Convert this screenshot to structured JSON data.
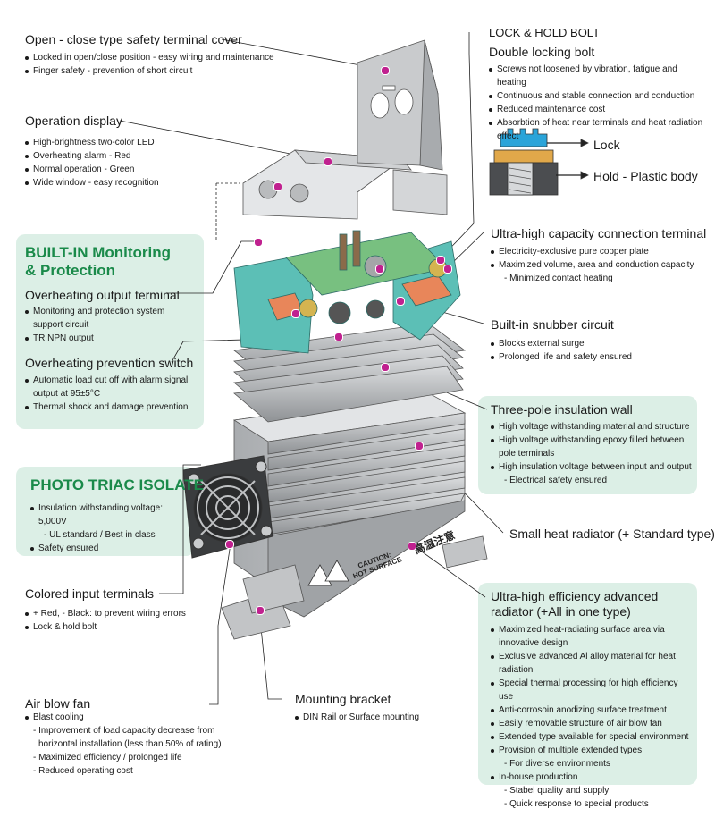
{
  "terminal_cover": {
    "title": "Open - close type safety terminal cover",
    "bullets": [
      "Locked in open/close position - easy wiring and maintenance",
      "Finger safety - prevention of short circuit"
    ]
  },
  "operation_display": {
    "title": "Operation display",
    "bullets": [
      "High-brightness two-color LED",
      "Overheating alarm - Red",
      "Normal operation - Green",
      "Wide window - easy recognition"
    ]
  },
  "builtin_panel": {
    "title_line1": "BUILT-IN Monitoring",
    "title_line2": "& Protection",
    "output_terminal": {
      "title": "Overheating output terminal",
      "bullets": [
        "Monitoring and protection system support circuit",
        "TR NPN output"
      ]
    },
    "prevention_switch": {
      "title": "Overheating prevention switch",
      "bullets": [
        "Automatic load cut off with alarm signal output at 95±5°C",
        "Thermal shock and damage prevention"
      ]
    }
  },
  "photo_triac": {
    "title": "PHOTO TRIAC ISOLATE",
    "bullet1": "Insulation withstanding voltage: 5,000V",
    "sub1": "- UL standard / Best in class",
    "bullet2": "Safety ensured"
  },
  "colored_terminals": {
    "title": "Colored input terminals",
    "bullets": [
      "+ Red, - Black: to prevent wiring errors",
      "Lock & hold bolt"
    ]
  },
  "air_fan": {
    "title": "Air blow fan",
    "bullet": "Blast cooling",
    "subs": [
      "- Improvement of load capacity decrease from",
      "horizontal installation (less than 50% of rating)",
      "- Maximized efficiency / prolonged life",
      "- Reduced operating cost"
    ]
  },
  "mounting_bracket": {
    "title": "Mounting bracket",
    "bullet": "DIN Rail or Surface mounting"
  },
  "lock_hold": {
    "title": "LOCK & HOLD BOLT",
    "subtitle": "Double locking bolt",
    "bullets": [
      "Screws not loosened by vibration, fatigue and heating",
      "Continuous and stable connection and conduction",
      "Reduced maintenance cost",
      "Absorbtion of heat near terminals and heat radiation effect"
    ],
    "lock_label": "Lock",
    "hold_label": "Hold - Plastic body"
  },
  "connection_terminal": {
    "title": "Ultra-high capacity connection terminal",
    "bullets": [
      "Electricity-exclusive pure copper plate",
      "Maximized volume, area and conduction capacity"
    ],
    "sub": "- Minimized contact heating"
  },
  "snubber": {
    "title": "Built-in snubber circuit",
    "bullets": [
      "Blocks external surge",
      "Prolonged life and safety ensured"
    ]
  },
  "insulation_wall": {
    "title": "Three-pole insulation wall",
    "bullet1": "High voltage withstanding material and structure",
    "bullet2": "High voltage withstanding epoxy filled between pole terminals",
    "bullet3": "High insulation voltage between input and output",
    "sub": "- Electrical safety ensured"
  },
  "small_radiator": {
    "title": "Small heat radiator (+ Standard type)"
  },
  "advanced_radiator": {
    "title_line1": "Ultra-high efficiency advanced",
    "title_line2": "radiator (+All in one type)",
    "bullets": [
      "Maximized heat-radiating surface area via innovative design",
      "Exclusive advanced Al alloy material for heat radiation",
      "Special thermal processing for high efficiency use",
      "Anti-corrosoin anodizing surface treatment",
      "Easily removable structure of air blow fan",
      "Extended type available for special environment",
      "Provision of multiple extended types"
    ],
    "sub1": "- For diverse environments",
    "bullet_inhouse": "In-house production",
    "sub2": "- Stabel quality and supply",
    "sub3": "- Quick response to special products"
  },
  "heatsink_text": {
    "caution1": "CAUTION:",
    "caution2": "HOT SURFACE",
    "kanji": "高温注意"
  },
  "colors": {
    "accent_green": "#1a8a4a",
    "panel_bg": "#dcefe6",
    "marker": "#c0218f",
    "cover_gray": "#c9cbcd",
    "pcb_green": "#78c080",
    "housing_teal": "#5cbfb6"
  }
}
